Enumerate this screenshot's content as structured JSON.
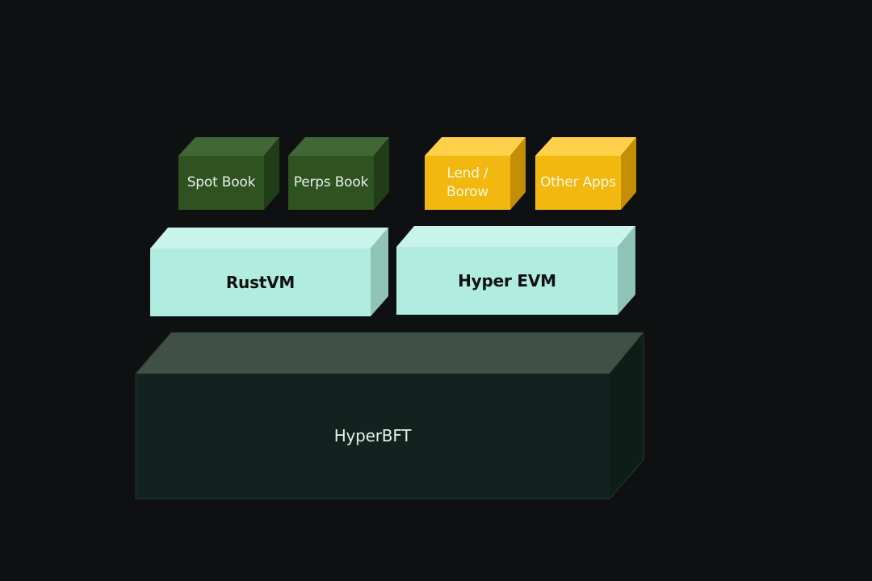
{
  "diagram": {
    "top_row": {
      "spot_book": "Spot Book",
      "perps_book": "Perps Book",
      "lend_borrow": "Lend /\nBorow",
      "other_apps": "Other Apps"
    },
    "middle_row": {
      "rustvm": "RustVM",
      "hyper_evm": "Hyper EVM"
    },
    "base": {
      "hyperbft": "HyperBFT"
    },
    "colors": {
      "background": "#0f1012",
      "green_block": "#2e5220",
      "yellow_block": "#f2b80f",
      "mint_block": "#b1ece0",
      "base_block": "#12231f",
      "light_text": "#e8efe8",
      "dark_text": "#111111"
    }
  }
}
